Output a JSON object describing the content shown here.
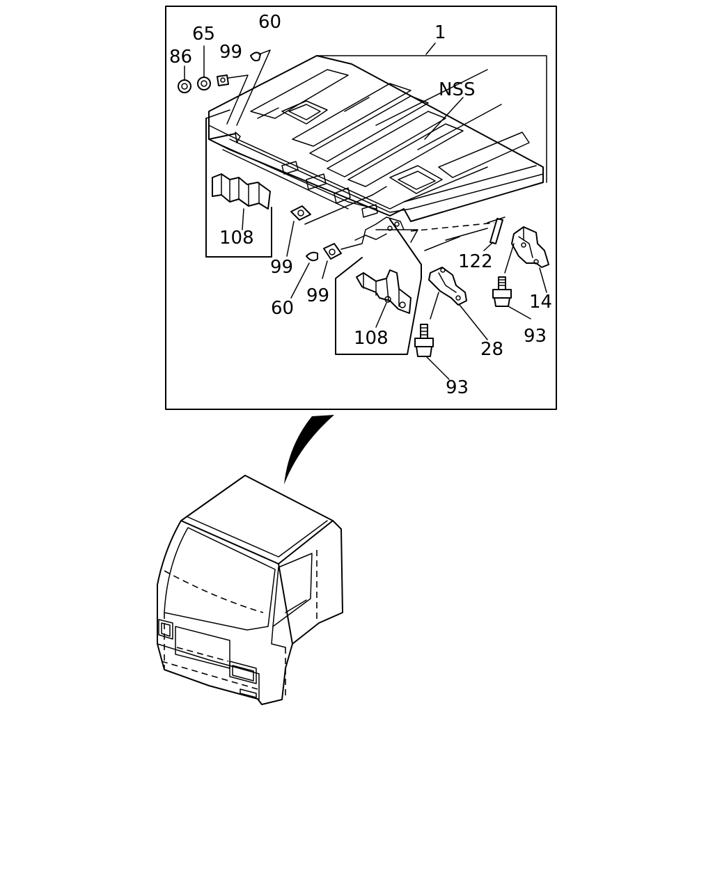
{
  "callouts": {
    "c1": "1",
    "nss": "NSS",
    "c60a": "60",
    "c65": "65",
    "c99a": "99",
    "c86": "86",
    "c108a": "108",
    "c99b": "99",
    "c60b": "60",
    "c99c": "99",
    "c108b": "108",
    "c122": "122",
    "c14": "14",
    "c93a": "93",
    "c28": "28",
    "c93b": "93"
  }
}
